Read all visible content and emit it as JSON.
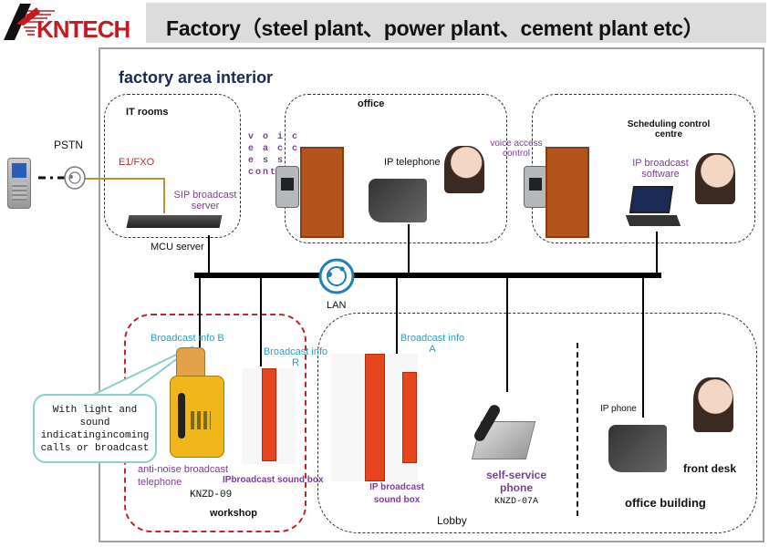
{
  "header": {
    "logo_text": "KNTECH",
    "title": "Factory（steel plant、power plant、cement plant etc）"
  },
  "diagram": {
    "area_title": "factory area interior",
    "external": {
      "pstn_label": "PSTN",
      "e1_label": "E1/FXO"
    },
    "zones": {
      "it_rooms": {
        "title": "IT rooms",
        "sip_server_label": "SIP broadcast server",
        "mcu_label": "MCU server"
      },
      "office": {
        "title": "office",
        "voice_access_label": "v o i c e a c c e s s control",
        "ip_telephone_label": "IP telephone"
      },
      "scheduling": {
        "title": "Scheduling control centre",
        "voice_access_label": "voice access control",
        "software_label": "IP broadcast software"
      },
      "workshop": {
        "title": "workshop",
        "broadcast_b": "Broadcast info  B",
        "broadcast_r": "Broadcast info R",
        "anti_noise_label": "anti-noise broadcast telephone",
        "model": "KNZD-09",
        "sound_box_label": "IPbroadcast sound box",
        "callout": "With light and sound indicatingincoming calls or broadcast"
      },
      "lobby": {
        "title": "Lobby",
        "broadcast_a": "Broadcast info A",
        "sound_box_label": "IP broadcast sound box",
        "self_service_label": "self-service phone",
        "model": "KNZD-07A"
      },
      "office_building": {
        "title": "office building",
        "ip_phone_label": "IP phone",
        "front_desk_label": "front desk"
      }
    },
    "lan_label": "LAN",
    "colors": {
      "logo_red": "#c41a22",
      "area_title": "#1b2a55",
      "purple_label": "#7a3f98",
      "cyan_label": "#2a9fc9",
      "red_zone": "#c0272d",
      "pstn_line": "#c8893a",
      "lan_blue": "#1f7fb8"
    }
  }
}
